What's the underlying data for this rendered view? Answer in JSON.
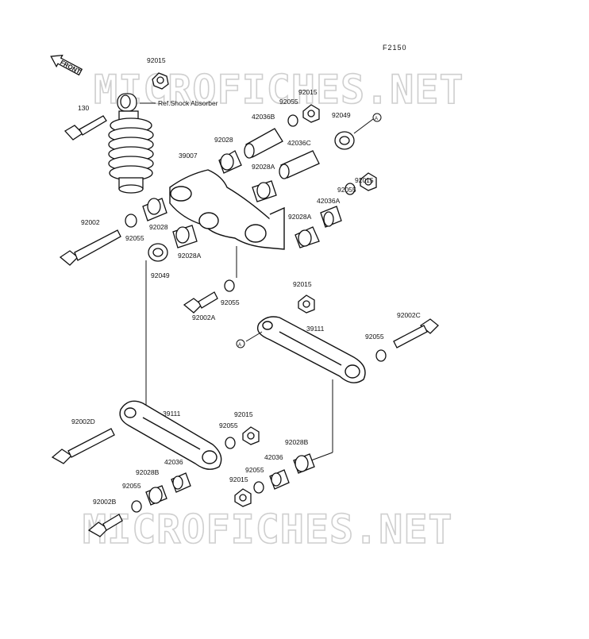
{
  "diagram": {
    "figure_code": "F2150",
    "front_label": "FRONT",
    "watermark": "MICROFICHES.NET",
    "ref_note": "Ref.Shock Absorber",
    "callout": "A",
    "parts": {
      "p92015_top": "92015",
      "p130": "130",
      "p92002": "92002",
      "p92055_left": "92055",
      "p92028_left": "92028",
      "p92049_left": "92049",
      "p92028A_left": "92028A",
      "p39007": "39007",
      "p92028_mid": "92028",
      "p42036B": "42036B",
      "p92055_top": "92055",
      "p92015_tr": "92015",
      "p92049_right": "92049",
      "p92028A_mid": "92028A",
      "p42036C": "42036C",
      "p92015_r": "92015",
      "p92055_r": "92055",
      "p42036A": "42036A",
      "p92028A_r": "92028A",
      "p92015_mid": "92015",
      "p92055_mid": "92055",
      "p92002A": "92002A",
      "p39111_right": "39111",
      "p92002C": "92002C",
      "p92055_rr": "92055",
      "p92002D": "92002D",
      "p39111_left": "39111",
      "p92015_lower": "92015",
      "p92055_lower": "92055",
      "p42036": "42036",
      "p92028B_left": "92028B",
      "p92055_bl": "92055",
      "p92002B": "92002B",
      "p42036_b": "42036",
      "p92055_b": "92055",
      "p92015_b": "92015",
      "p92028B_right": "92028B"
    }
  }
}
